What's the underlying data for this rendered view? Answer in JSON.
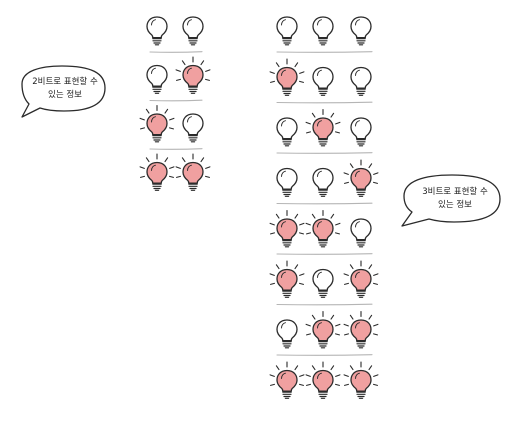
{
  "colors": {
    "bulb_on": "#f0a0a0",
    "bulb_off": "#ffffff",
    "line": "#2b2b2b",
    "separator": "#b5b5b5"
  },
  "two_bit": {
    "caption_line1": "2비트로 표현할 수",
    "caption_line2": "있는 정보",
    "rows": [
      [
        0,
        0
      ],
      [
        0,
        1
      ],
      [
        1,
        0
      ],
      [
        1,
        1
      ]
    ]
  },
  "three_bit": {
    "caption_line1": "3비트로 표현할 수",
    "caption_line2": "있는 정보",
    "rows": [
      [
        0,
        0,
        0
      ],
      [
        1,
        0,
        0
      ],
      [
        0,
        1,
        0
      ],
      [
        0,
        0,
        1
      ],
      [
        1,
        1,
        0
      ],
      [
        1,
        0,
        1
      ],
      [
        0,
        1,
        1
      ],
      [
        1,
        1,
        1
      ]
    ]
  }
}
